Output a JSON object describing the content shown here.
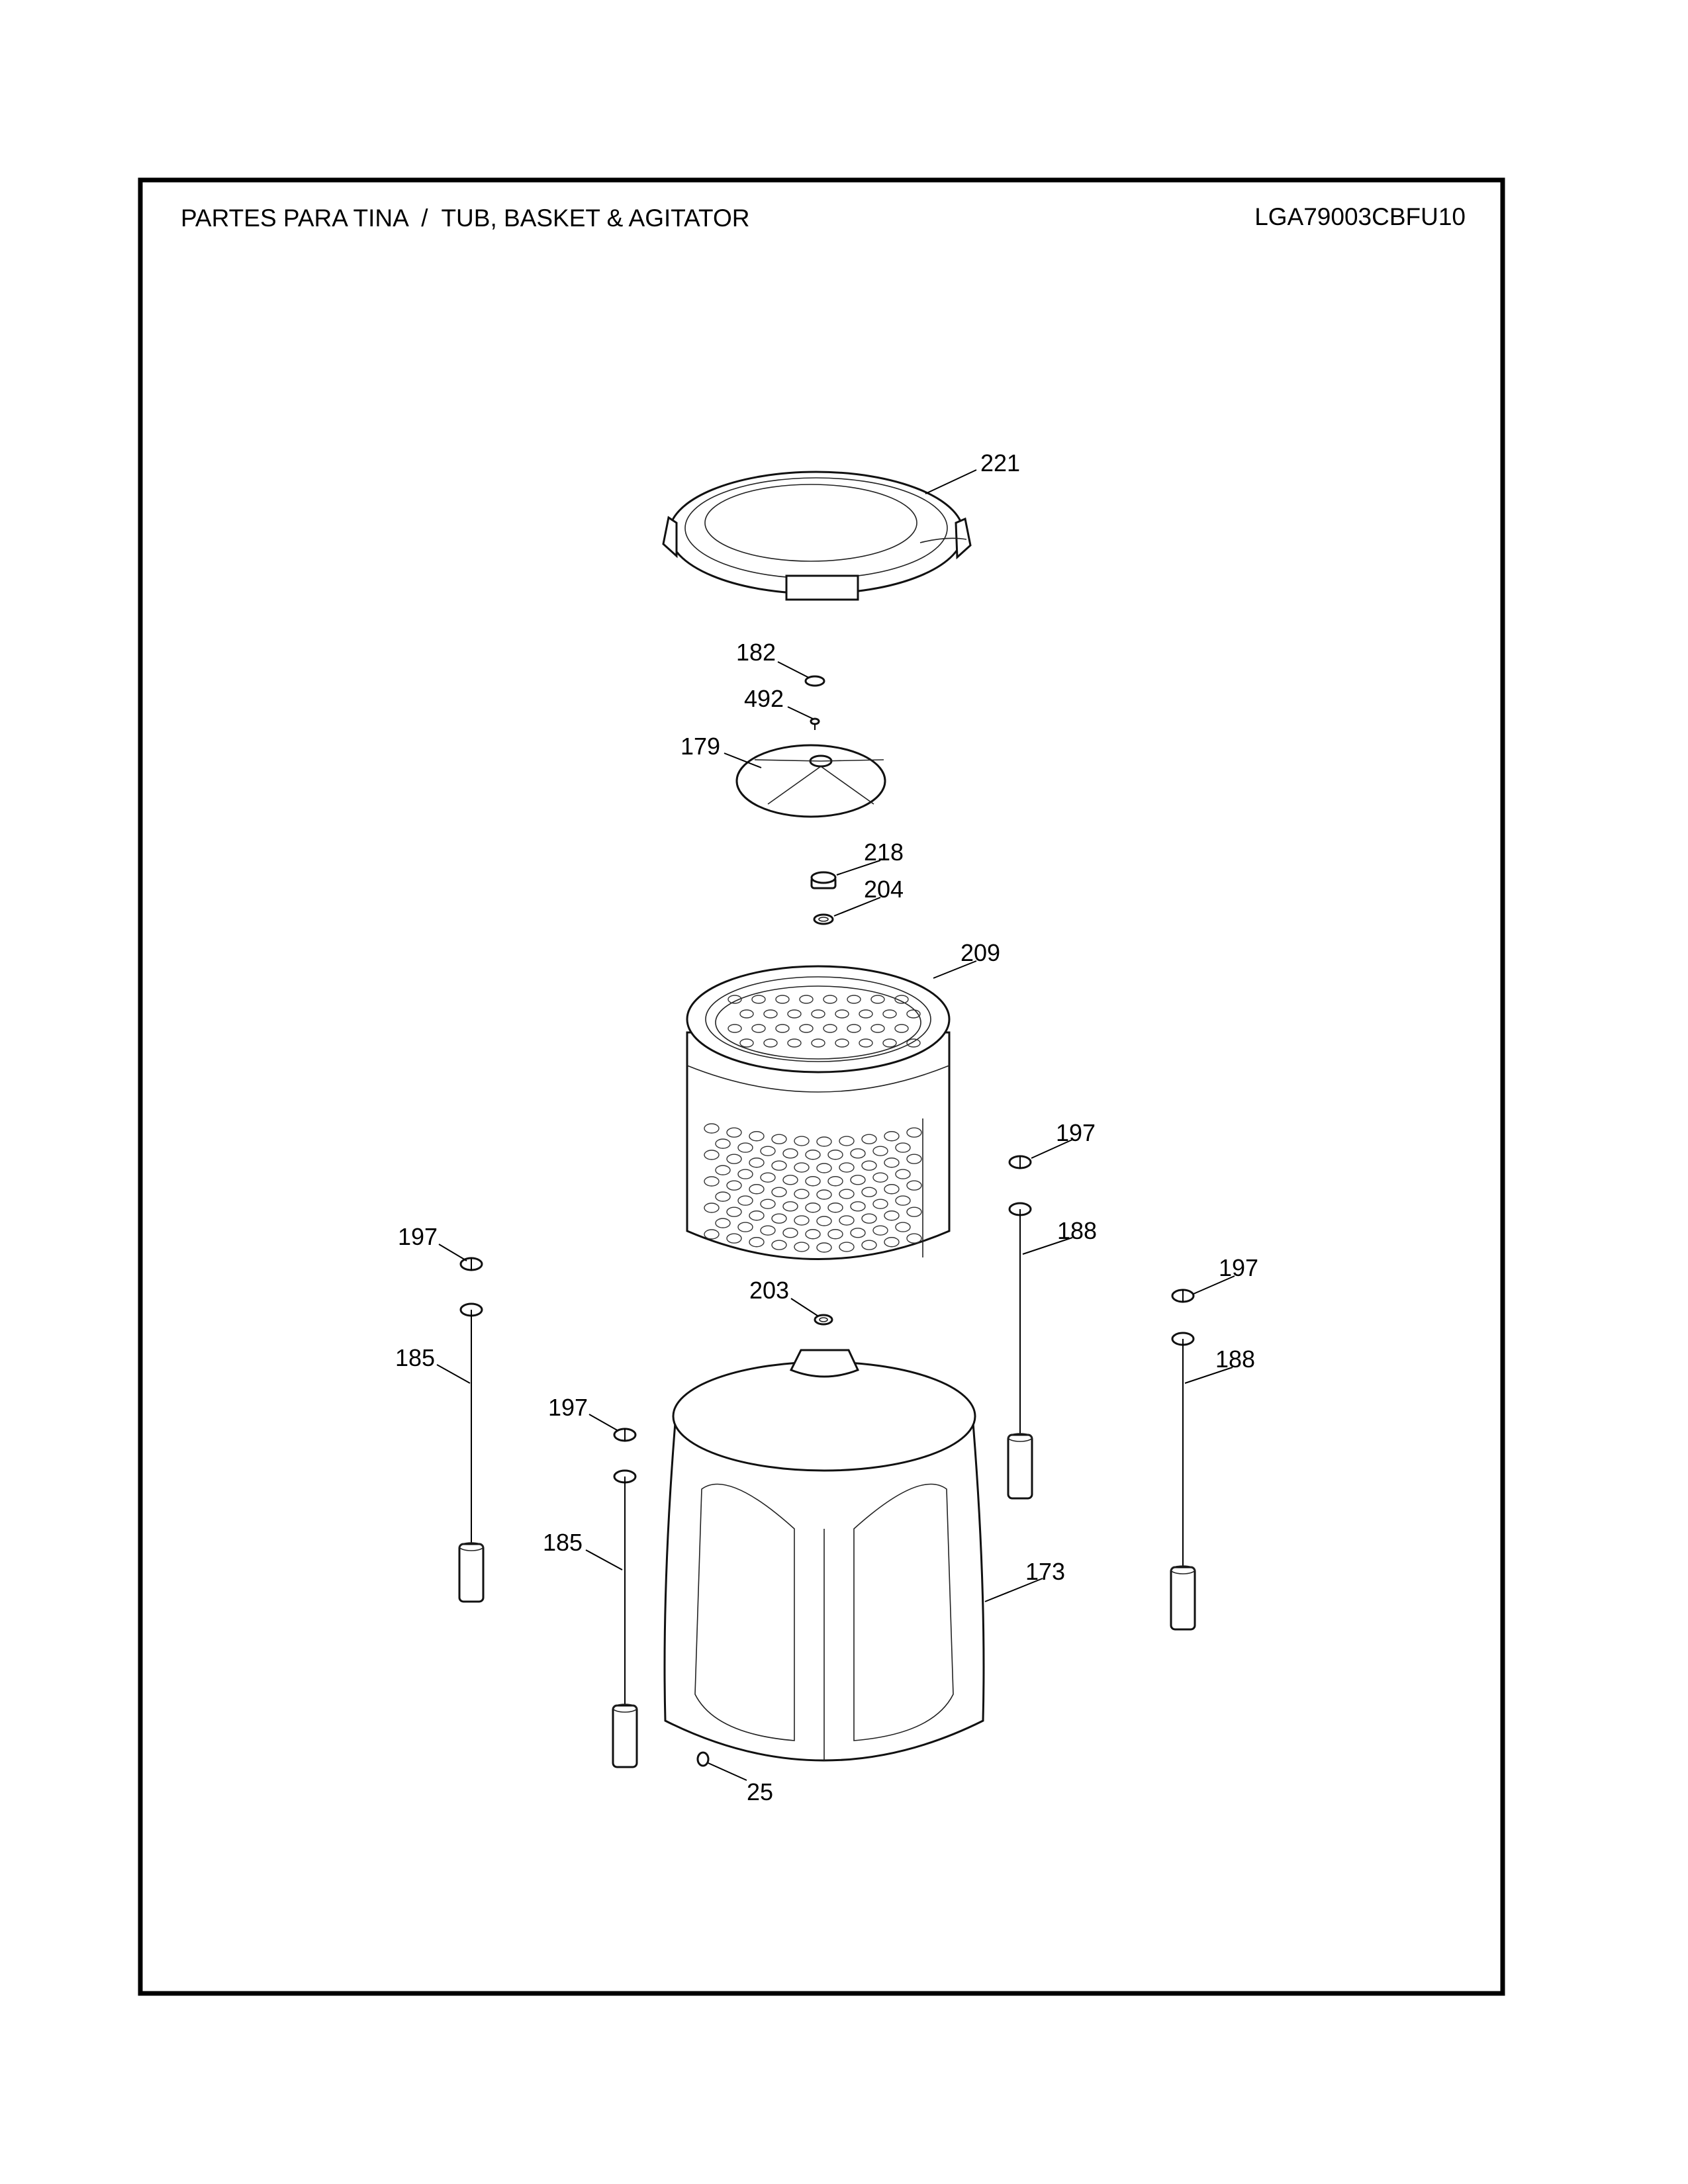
{
  "header": {
    "title": "PARTES PARA TINA  /  TUB, BASKET & AGITATOR",
    "model": "LGA79003CBFU10"
  },
  "callouts": {
    "p221": "221",
    "p182": "182",
    "p492": "492",
    "p179": "179",
    "p218": "218",
    "p204": "204",
    "p209": "209",
    "p197a": "197",
    "p188a": "188",
    "p197b": "197",
    "p203": "203",
    "p197c": "197",
    "p185a": "185",
    "p188b": "188",
    "p197d": "197",
    "p185b": "185",
    "p173": "173",
    "p25": "25"
  }
}
